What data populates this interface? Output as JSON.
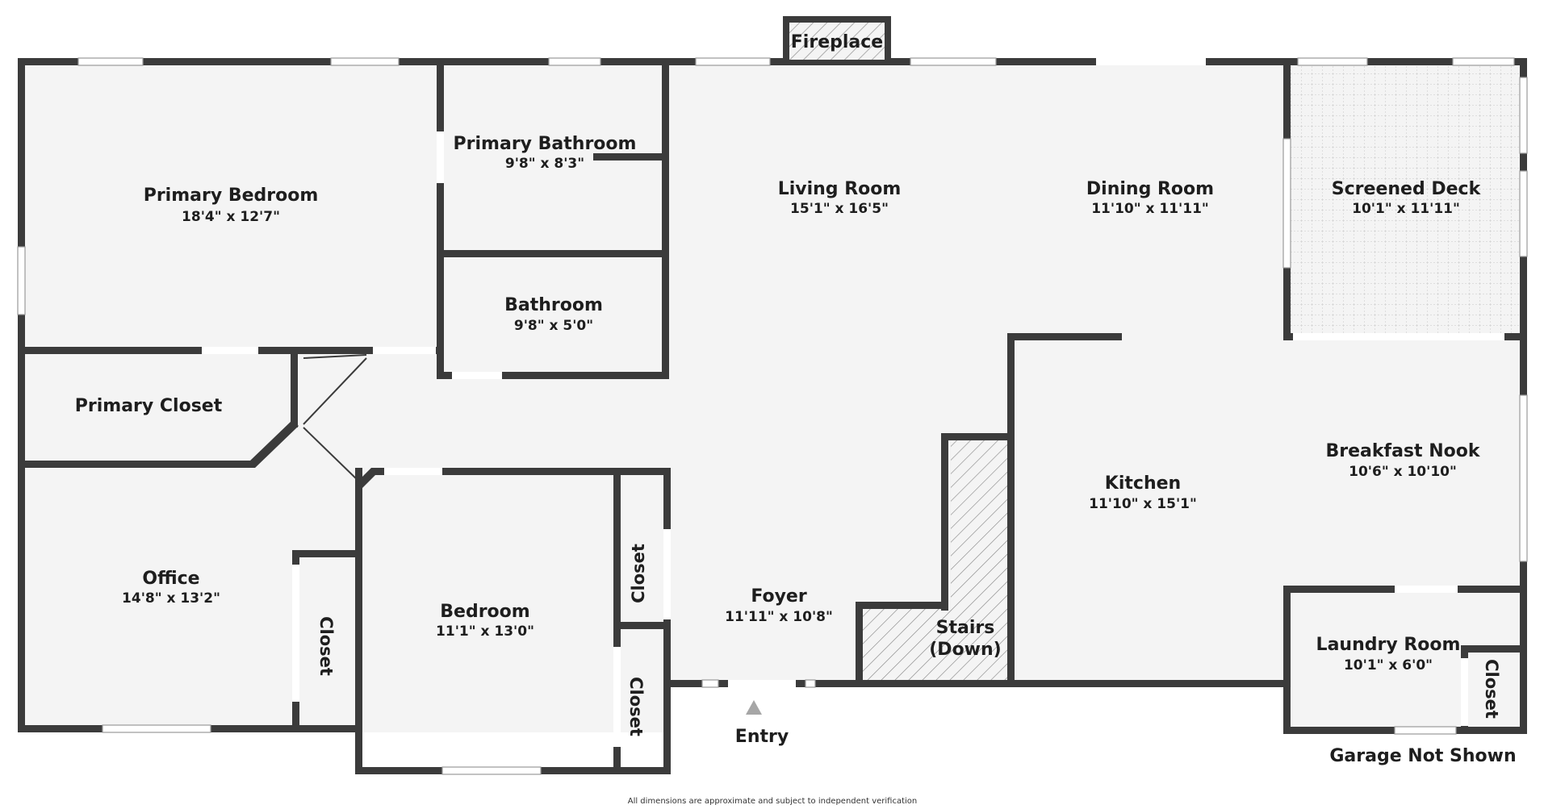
{
  "rooms": {
    "primary_bedroom": {
      "name": "Primary Bedroom",
      "dims": "18'4\" x 12'7\""
    },
    "primary_bathroom": {
      "name": "Primary Bathroom",
      "dims": "9'8\" x 8'3\""
    },
    "bathroom": {
      "name": "Bathroom",
      "dims": "9'8\" x 5'0\""
    },
    "living_room": {
      "name": "Living Room",
      "dims": "15'1\" x 16'5\""
    },
    "dining_room": {
      "name": "Dining Room",
      "dims": "11'10\" x 11'11\""
    },
    "screened_deck": {
      "name": "Screened Deck",
      "dims": "10'1\" x 11'11\""
    },
    "primary_closet": {
      "name": "Primary Closet"
    },
    "breakfast_nook": {
      "name": "Breakfast Nook",
      "dims": "10'6\" x 10'10\""
    },
    "kitchen": {
      "name": "Kitchen",
      "dims": "11'10\" x 15'1\""
    },
    "office": {
      "name": "Office",
      "dims": "14'8\" x 13'2\""
    },
    "bedroom": {
      "name": "Bedroom",
      "dims": "11'1\" x 13'0\""
    },
    "foyer": {
      "name": "Foyer",
      "dims": "11'11\" x 10'8\""
    },
    "laundry_room": {
      "name": "Laundry Room",
      "dims": "10'1\" x 6'0\""
    }
  },
  "closet_label": "Closet",
  "stairs": {
    "line1": "Stairs",
    "line2": "(Down)"
  },
  "fireplace": "Fireplace",
  "entry": "Entry",
  "garage_note": "Garage Not Shown",
  "disclaimer": "All dimensions are approximate and subject to independent verification",
  "colors": {
    "wall": "#3b3b3b",
    "floor": "#f4f4f4",
    "entry_arrow": "#a6a6a6"
  }
}
